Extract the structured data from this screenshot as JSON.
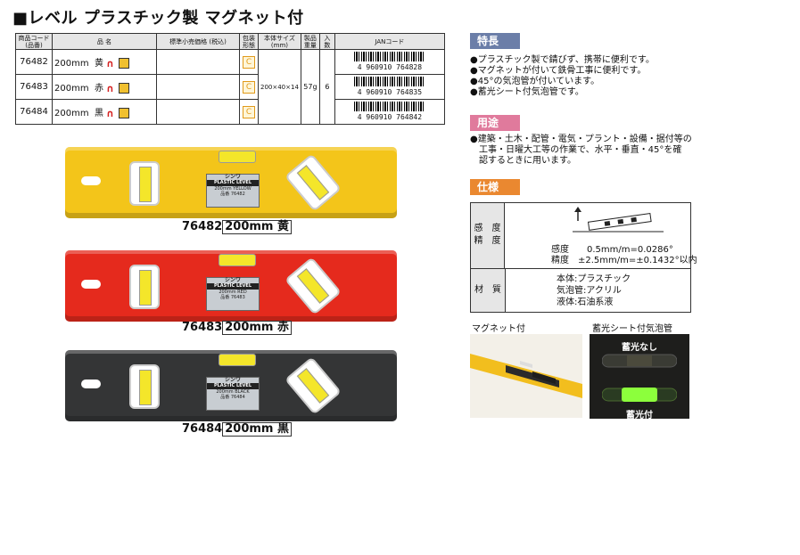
{
  "title": "■レベル プラスチック製 マグネット付",
  "table": {
    "headers": {
      "code": "商品コード (品番)",
      "name": "品 名",
      "price": "標準小売価格 (税込)",
      "mark": "包装 形態",
      "size": "本体サイズ (mm)",
      "weight": "製品重量",
      "qty": "入数",
      "jan": "JANコード"
    },
    "rows": [
      {
        "code": "76482",
        "name": "200mm",
        "color": "黄",
        "jan": "4 960910 764828"
      },
      {
        "code": "76483",
        "name": "200mm",
        "color": "赤",
        "jan": "4 960910 764835"
      },
      {
        "code": "76484",
        "name": "200mm",
        "color": "黒",
        "jan": "4 960910 764842"
      }
    ],
    "shared": {
      "mark": "C",
      "size": "200×40×14",
      "weight": "57g",
      "qty": "6"
    }
  },
  "products": [
    {
      "code": "76482",
      "label": "200mm 黄",
      "body_color": "#f3c51a",
      "plate": "200mm YELLOW",
      "plate_code": "品番 76482"
    },
    {
      "code": "76483",
      "label": "200mm 赤",
      "body_color": "#e52a1d",
      "plate": "200mm RED",
      "plate_code": "品番 76483"
    },
    {
      "code": "76484",
      "label": "200mm 黒",
      "body_color": "#343536",
      "plate": "200mm BLACK",
      "plate_code": "品番 76484"
    }
  ],
  "plate_brand": "シンワ",
  "plate_title": "PLASTIC LEVEL",
  "features": {
    "heading": "特長",
    "color": "#6b7ea8",
    "items": [
      "●プラスチック製で錆びず、携帯に便利です。",
      "●マグネットが付いて鉄骨工事に便利です。",
      "●45°の気泡管が付いています。",
      "●蓄光シート付気泡管です。"
    ]
  },
  "usage": {
    "heading": "用途",
    "color": "#e07a9c",
    "items": [
      "●建築・土木・配管・電気・プラント・設備・据付等の",
      "　工事・日曜大工等の作業で、水平・垂直・45°を確",
      "　認するときに用います。"
    ]
  },
  "spec": {
    "heading": "仕様",
    "color": "#ea8830",
    "row1_label": "感　度\n精　度",
    "sensitivity": "感度　　0.5mm/m=0.0286°",
    "accuracy": "精度　±2.5mm/m=±0.1432°以内",
    "row2_label": "材　質",
    "materials": [
      "本体:プラスチック",
      "気泡管:アクリル",
      "液体:石油系液"
    ]
  },
  "photos": {
    "magnet_caption": "マグネット付",
    "glow_caption": "蓄光シート付気泡管",
    "glow_off": "蓄光なし",
    "glow_on": "蓄光付"
  }
}
